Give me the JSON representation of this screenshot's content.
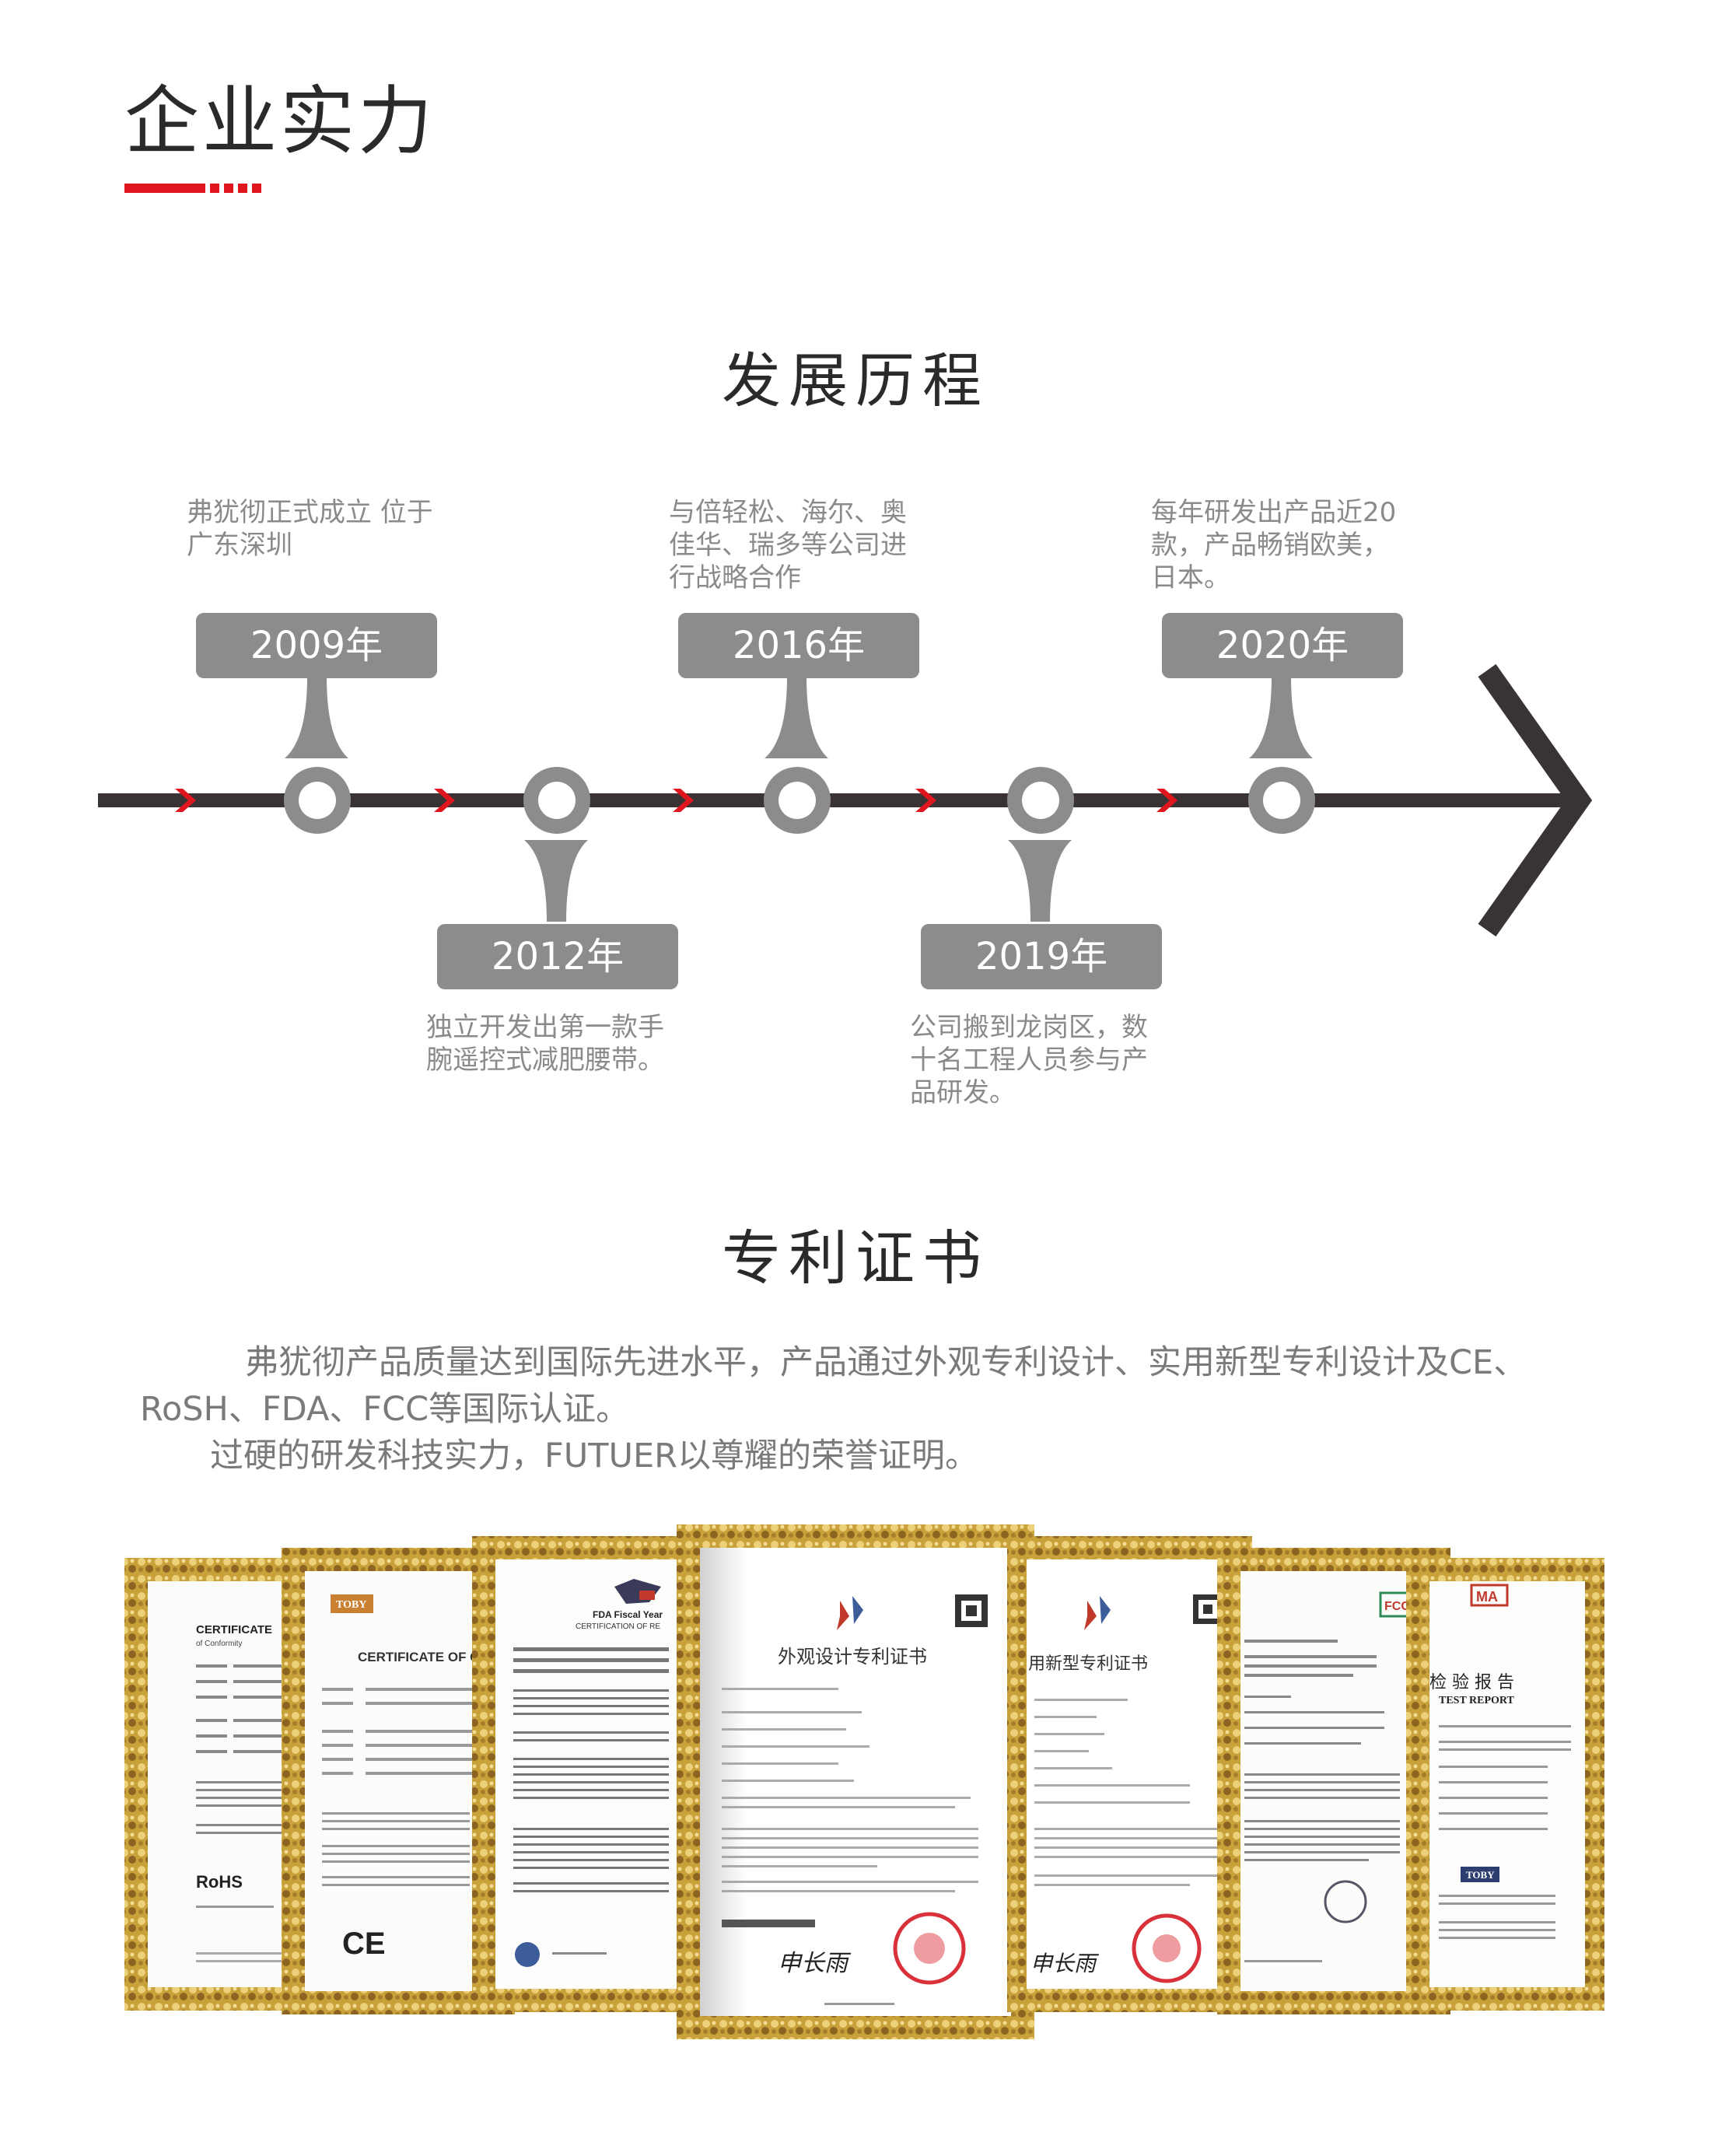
{
  "header": {
    "title": "企业实力",
    "accent_color": "#e0161e"
  },
  "history": {
    "title": "发展历程",
    "milestones": [
      {
        "year": "2009年",
        "text": "弗犹彻正式成立 位于广东深圳",
        "lines": [
          "弗犹彻正式成立 位于",
          "广东深圳"
        ]
      },
      {
        "year": "2012年",
        "text": "独立开发出第一款手腕遥控式减肥腰带。",
        "lines": [
          "独立开发出第一款手",
          "腕遥控式减肥腰带。"
        ]
      },
      {
        "year": "2016年",
        "text": "与倍轻松、海尔、奥佳华、瑞多等公司进行战略合作",
        "lines": [
          "与倍轻松、海尔、奥",
          "佳华、瑞多等公司进",
          "行战略合作"
        ]
      },
      {
        "year": "2019年",
        "text": "公司搬到龙岗区，数十名工程人员参与产品研发。",
        "lines": [
          "公司搬到龙岗区，数",
          "十名工程人员参与产",
          "品研发。"
        ]
      },
      {
        "year": "2020年",
        "text": "每年研发出产品近20款，产品畅销欧美，日本。",
        "lines": [
          "每年研发出产品近20",
          "款，产品畅销欧美，",
          "日本。"
        ]
      }
    ],
    "colors": {
      "line": "#3a3333",
      "box": "#8c8c8c",
      "arrow": "#e0161e"
    }
  },
  "patents": {
    "title": "专利证书",
    "paragraph_lines": [
      "弗犹彻产品质量达到国际先进水平，产品通过外观专利设计、实用新型专利设计及CE、",
      "RoSH、FDA、FCC等国际认证。",
      "过硬的研发科技实力，FUTUER以尊耀的荣誉证明。"
    ],
    "certificates": [
      {
        "name": "CERTIFICATE of Conformity",
        "title": "CERTIFICATE",
        "subtitle": "of Conformity",
        "mark": "RoHS"
      },
      {
        "name": "CERTIFICATE OF CONFORMITY",
        "brand": "TOBY",
        "title": "CERTIFICATE OF C",
        "mark": "CE"
      },
      {
        "name": "FDA Fiscal Year Certification",
        "title": "FDA Fiscal Year",
        "subtitle": "CERTIFICATION OF RE"
      },
      {
        "name": "外观设计专利证书",
        "title": "外观设计专利证书",
        "signature": "申长雨"
      },
      {
        "name": "实用新型专利证书",
        "title": "用新型专利证书",
        "signature": "申长雨"
      },
      {
        "name": "FCC Certificate",
        "mark": "FCC"
      },
      {
        "name": "检验报告 TEST REPORT",
        "title": "检 验 报 告",
        "subtitle": "TEST REPORT",
        "brand": "TOBY",
        "badge": "MA"
      }
    ],
    "frame_colors": {
      "gold": "#c9a13a",
      "gold_dark": "#8a6420",
      "gold_light": "#ecd07a"
    }
  }
}
